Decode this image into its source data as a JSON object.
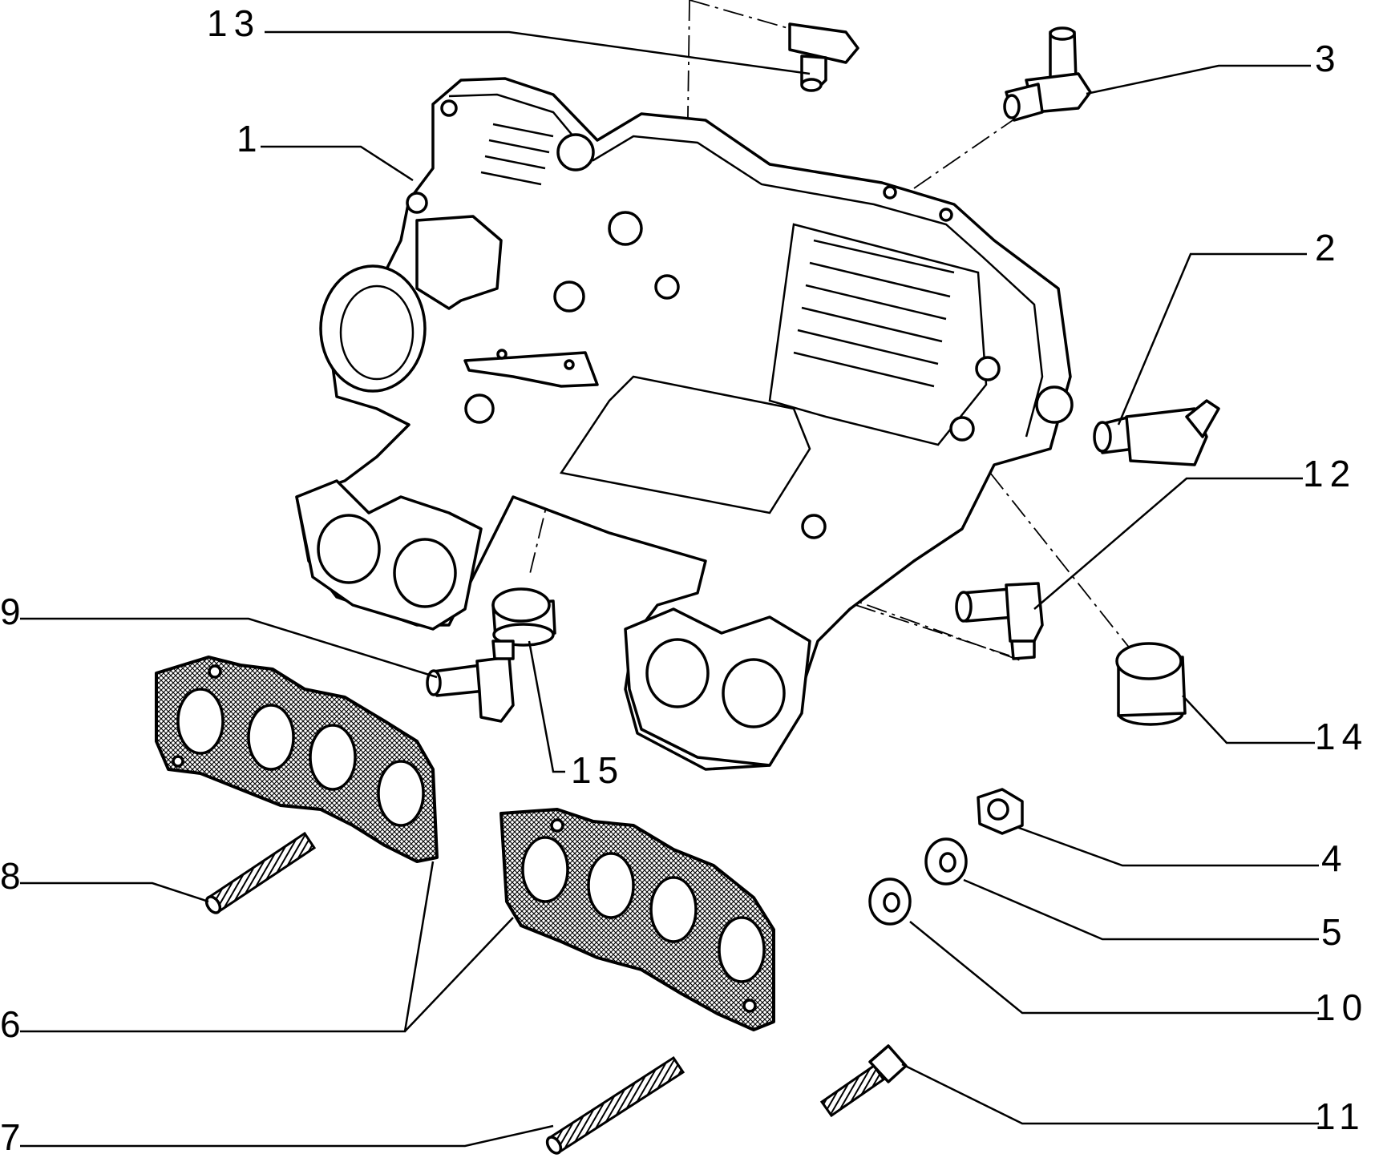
{
  "callouts": [
    {
      "id": "13",
      "label": "13"
    },
    {
      "id": "3",
      "label": "3"
    },
    {
      "id": "1",
      "label": "1"
    },
    {
      "id": "2",
      "label": "2"
    },
    {
      "id": "12",
      "label": "12"
    },
    {
      "id": "9",
      "label": "9"
    },
    {
      "id": "14",
      "label": "14"
    },
    {
      "id": "15",
      "label": "15"
    },
    {
      "id": "8",
      "label": "8"
    },
    {
      "id": "4",
      "label": "4"
    },
    {
      "id": "5",
      "label": "5"
    },
    {
      "id": "6",
      "label": "6"
    },
    {
      "id": "10",
      "label": "10"
    },
    {
      "id": "11",
      "label": "11"
    },
    {
      "id": "7",
      "label": "7"
    }
  ]
}
